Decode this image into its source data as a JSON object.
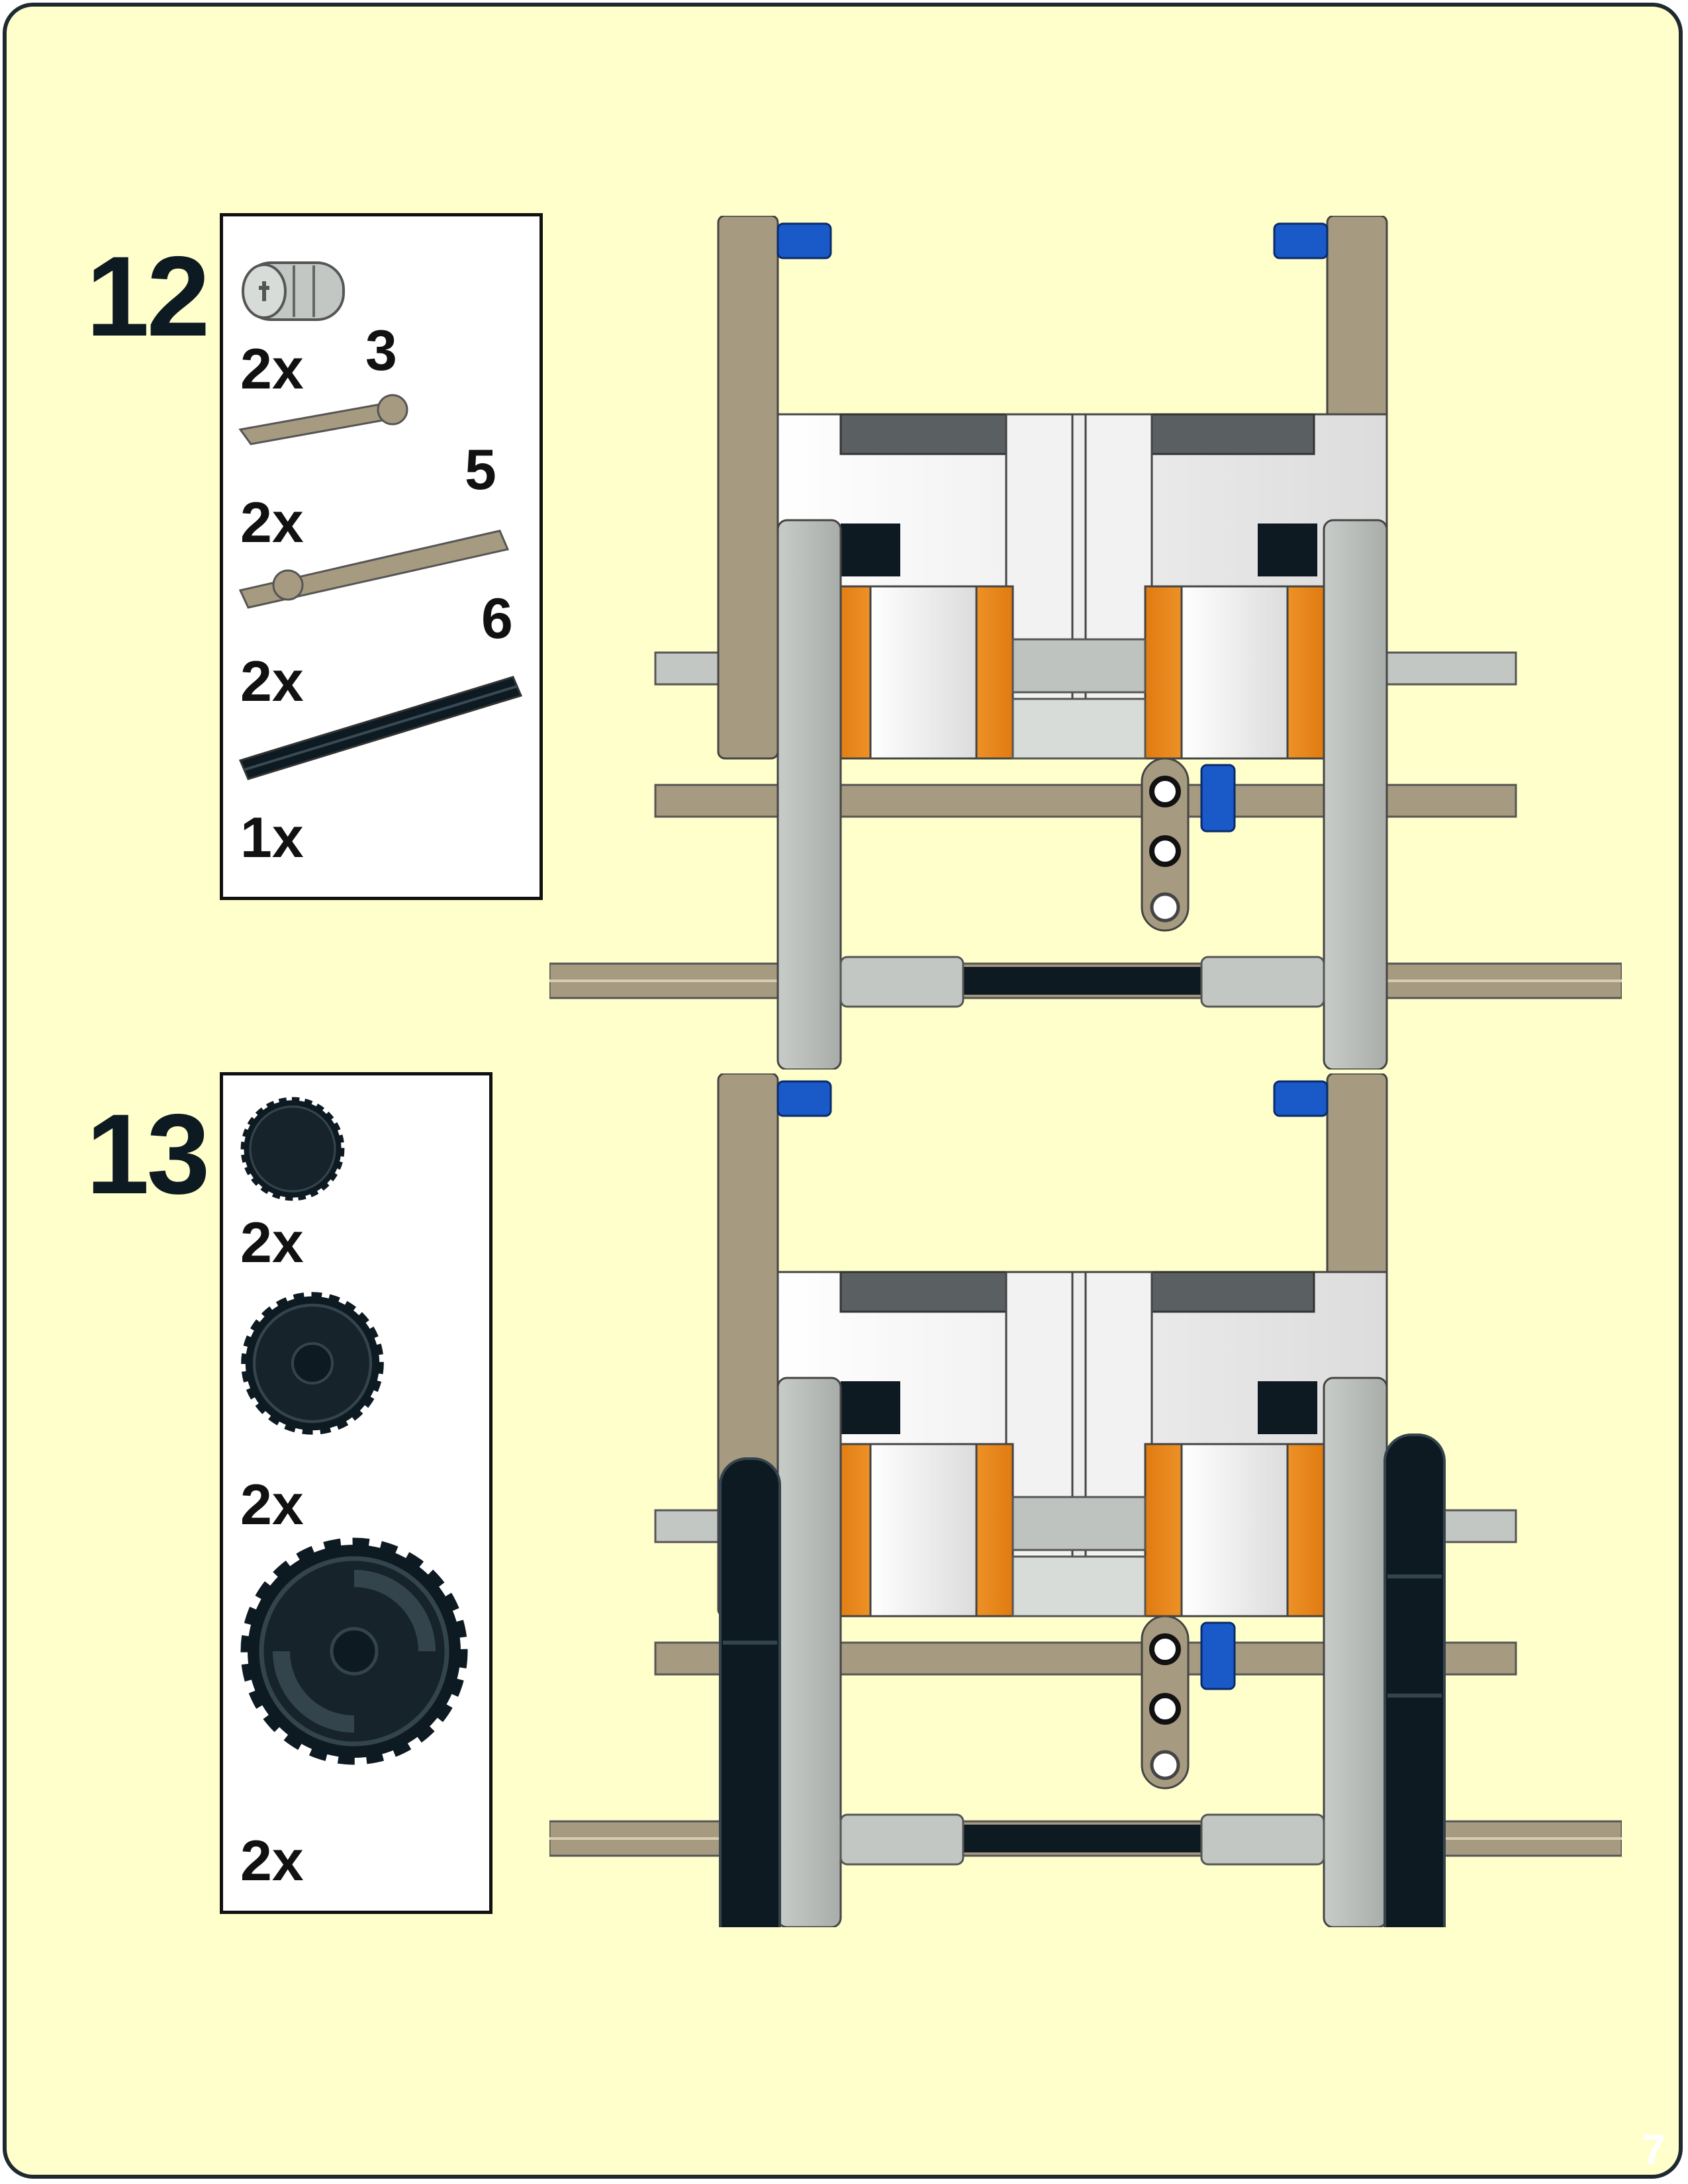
{
  "page": {
    "number": "7",
    "background": "#ffffcc",
    "border": "#1e2a30"
  },
  "steps": [
    {
      "number": "12",
      "parts": [
        {
          "icon": "axle-connector-icon",
          "qty": "2x",
          "length": ""
        },
        {
          "icon": "axle-pin-icon",
          "qty": "2x",
          "length": "3"
        },
        {
          "icon": "axle-pin-icon",
          "qty": "2x",
          "length": "5"
        },
        {
          "icon": "axle-icon",
          "qty": "1x",
          "length": "6"
        }
      ]
    },
    {
      "number": "13",
      "parts": [
        {
          "icon": "gear-16-tooth-icon",
          "qty": "2x"
        },
        {
          "icon": "gear-24-tooth-icon",
          "qty": "2x"
        },
        {
          "icon": "gear-40-tooth-icon",
          "qty": "2x"
        }
      ]
    }
  ],
  "colors": {
    "tan": "#a69a80",
    "light_gray": "#b6bab6",
    "white": "#ffffff",
    "orange": "#f5921e",
    "blue": "#1a5ac8",
    "black": "#0e1a22"
  }
}
